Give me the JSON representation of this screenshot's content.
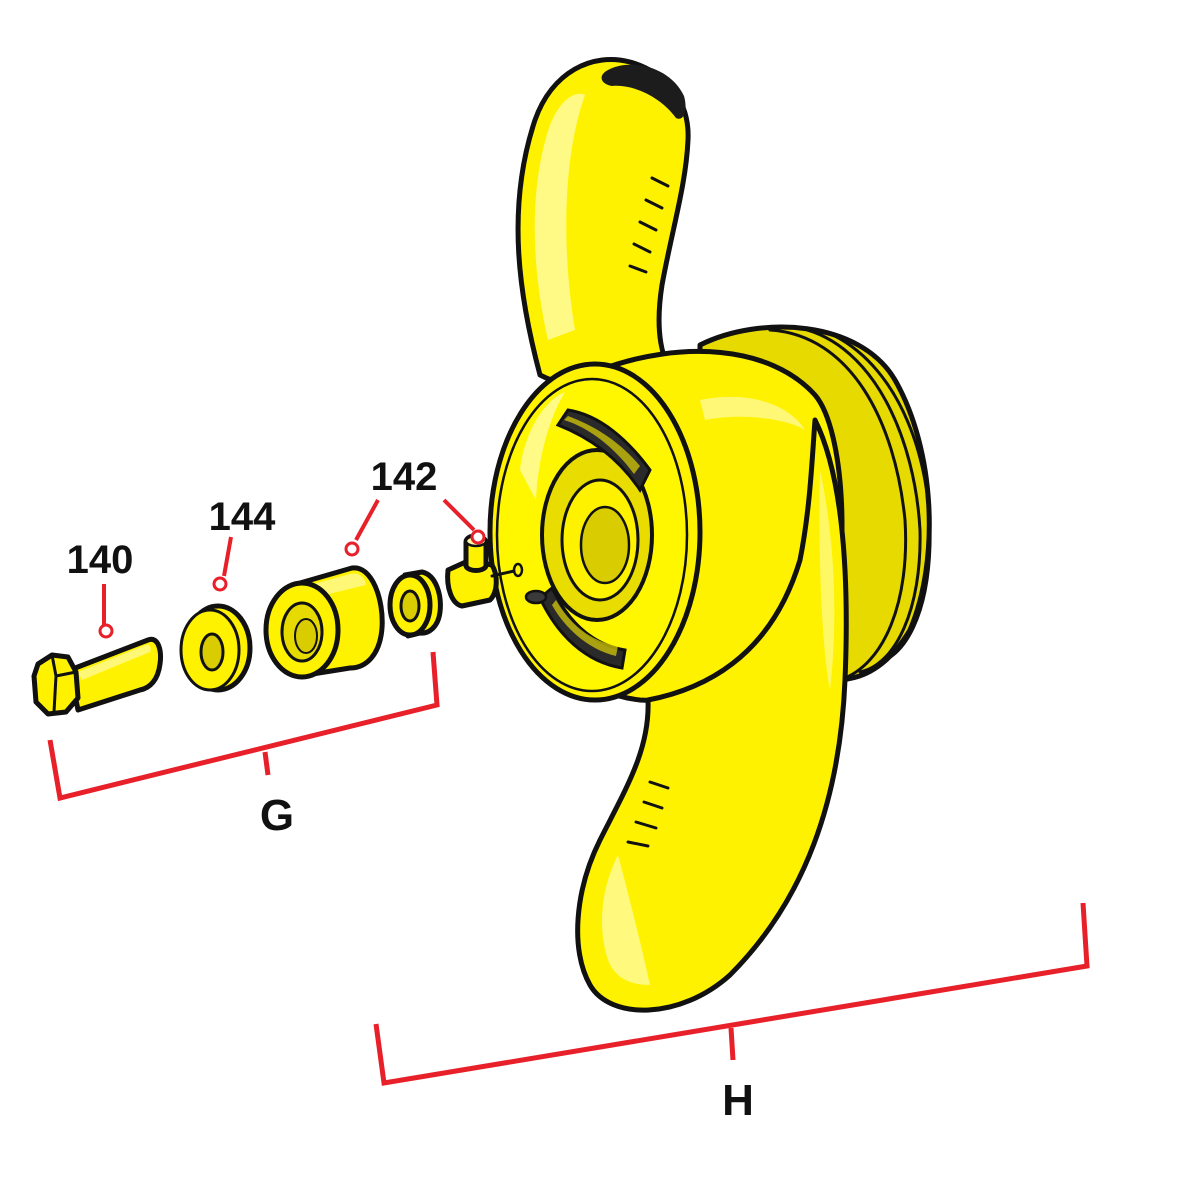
{
  "colors": {
    "part_fill": "#FFF200",
    "part_shade": "#D9CC00",
    "part_highlight": "#FFFBA8",
    "outline": "#111111",
    "callout": "#E8202A",
    "background": "#FFFFFF"
  },
  "callouts": [
    {
      "id": "140",
      "label": "140"
    },
    {
      "id": "144",
      "label": "144"
    },
    {
      "id": "142",
      "label": "142"
    }
  ],
  "brackets": [
    {
      "id": "G",
      "label": "G"
    },
    {
      "id": "H",
      "label": "H"
    }
  ],
  "parts": [
    {
      "name": "bolt"
    },
    {
      "name": "washer"
    },
    {
      "name": "spacer"
    },
    {
      "name": "small-bushing"
    },
    {
      "name": "pin"
    },
    {
      "name": "propeller"
    }
  ]
}
